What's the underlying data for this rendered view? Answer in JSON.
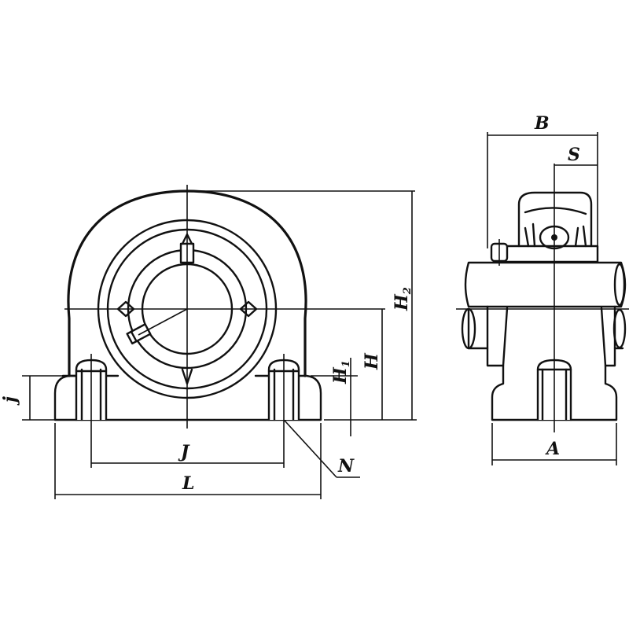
{
  "drawing": {
    "title": "Pillow block bearing unit dimension drawing",
    "views": [
      "front-view",
      "side-view"
    ],
    "colors": {
      "line": "#111111",
      "background": "#ffffff"
    }
  },
  "labels": {
    "J": "J",
    "L": "L",
    "N": "N",
    "j": "j",
    "H": "H",
    "H1": "H",
    "H1_sub": "1",
    "H2": "H",
    "H2_sub": "2",
    "A": "A",
    "B": "B",
    "S": "S"
  }
}
